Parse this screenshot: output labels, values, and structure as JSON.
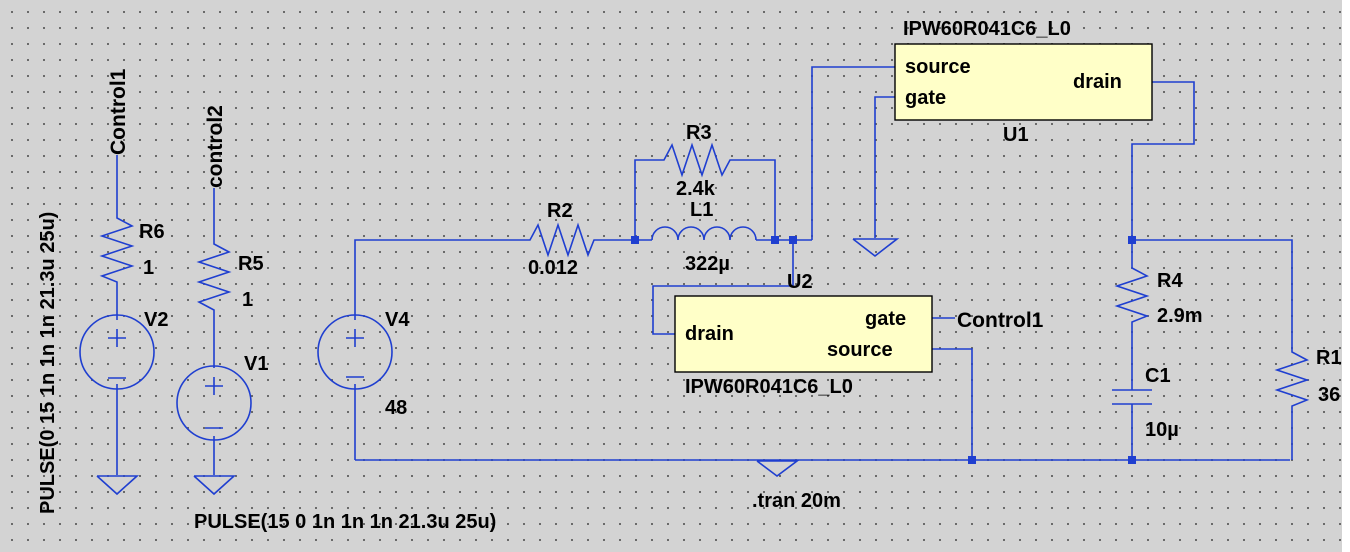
{
  "net_labels": {
    "control1_top": "Control1",
    "control2_top": "control2",
    "control1_u2": "Control1"
  },
  "components": {
    "R6": {
      "name": "R6",
      "value": "1"
    },
    "R5": {
      "name": "R5",
      "value": "1"
    },
    "V2": {
      "name": "V2",
      "value": "PULSE(0 15 1n 1n 1n 21.3u 25u)"
    },
    "V1": {
      "name": "V1",
      "value": "PULSE(15 0 1n 1n 1n 21.3u 25u)"
    },
    "V4": {
      "name": "V4",
      "value": "48"
    },
    "R2": {
      "name": "R2",
      "value": "0.012"
    },
    "R3": {
      "name": "R3",
      "value": "2.4k"
    },
    "L1": {
      "name": "L1",
      "value": "322µ"
    },
    "R4": {
      "name": "R4",
      "value": "2.9m"
    },
    "C1": {
      "name": "C1",
      "value": "10µ"
    },
    "R1": {
      "name": "R1",
      "value": "36"
    },
    "U1": {
      "name": "U1",
      "model": "IPW60R041C6_L0",
      "pins": {
        "source": "source",
        "gate": "gate",
        "drain": "drain"
      }
    },
    "U2": {
      "name": "U2",
      "model": "IPW60R041C6_L0",
      "pins": {
        "drain": "drain",
        "gate": "gate",
        "source": "source"
      }
    }
  },
  "directive": ".tran 20m",
  "colors": {
    "wire": "#1f3fd0",
    "background": "#d3d3d3",
    "grid_dot": "#5a5a5a",
    "box_fill": "#ffffc8"
  }
}
